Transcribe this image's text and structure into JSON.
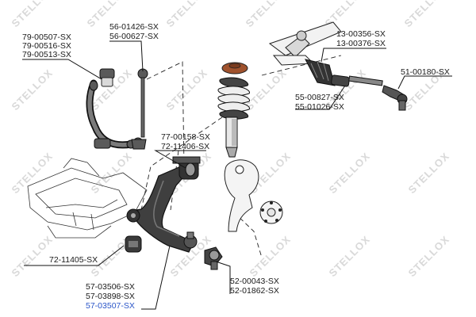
{
  "watermark": "STELLOX",
  "labels": {
    "stab_bushing": [
      "79-00507-SX",
      "79-00516-SX",
      "79-00513-SX"
    ],
    "stab_link": [
      "56-01426-SX",
      "56-00627-SX"
    ],
    "steering_rack": [
      "13-00356-SX",
      "13-00376-SX"
    ],
    "tie_rod_end": [
      "51-00180-SX"
    ],
    "tie_rod": [
      "55-00827-SX",
      "55-01026-SX"
    ],
    "arm_rear_bushing": [
      "77-00158-SX",
      "72-11406-SX"
    ],
    "arm_front_bushing": [
      "72-11405-SX"
    ],
    "ball_joint": [
      "52-00043-SX",
      "52-01862-SX"
    ],
    "control_arm": [
      "57-03506-SX",
      "57-03898-SX",
      "57-03507-SX"
    ]
  },
  "colors": {
    "highlight": "#2a55c8",
    "text": "#1a1a1a",
    "watermark": "#d9d9d9"
  }
}
